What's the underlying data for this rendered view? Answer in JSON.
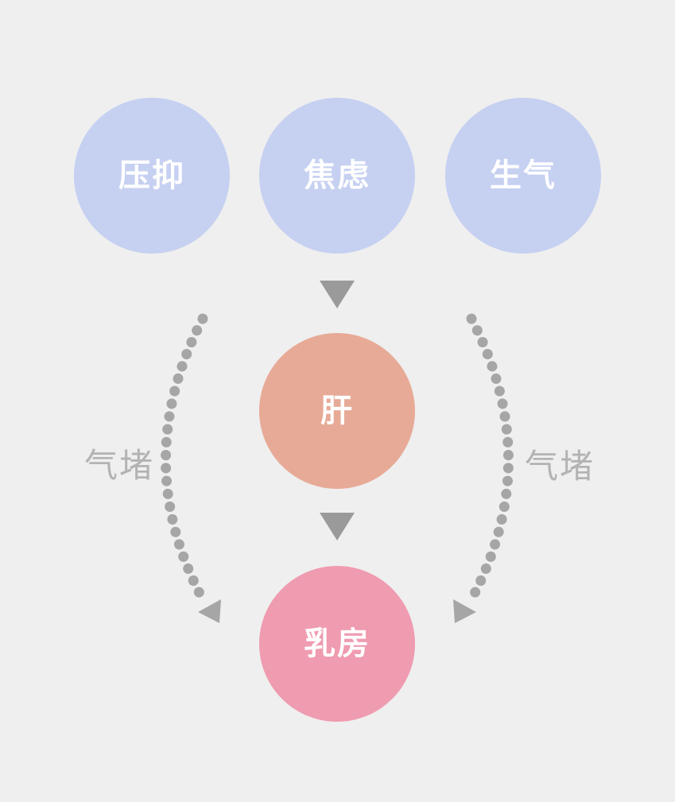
{
  "diagram": {
    "nodes": {
      "emotions": [
        {
          "label": "压抑"
        },
        {
          "label": "焦虑"
        },
        {
          "label": "生气"
        }
      ],
      "organ": {
        "label": "肝"
      },
      "target": {
        "label": "乳房"
      }
    },
    "labels": {
      "left_arc": "气堵",
      "right_arc": "气堵"
    },
    "icons": {
      "down_arrow": "▼",
      "arc_arrowhead_left": "◀",
      "arc_arrowhead_right": "▶"
    },
    "colors": {
      "background": "#efefef",
      "emotion_circle": "#c6d0f1",
      "organ_circle": "#e7aa97",
      "target_circle": "#ef9bb0",
      "circle_text": "#ffffff",
      "down_arrow": "#9a9a9a",
      "dotted_arc": "#a6a6a6",
      "side_label_text": "#b3b3b3"
    }
  }
}
